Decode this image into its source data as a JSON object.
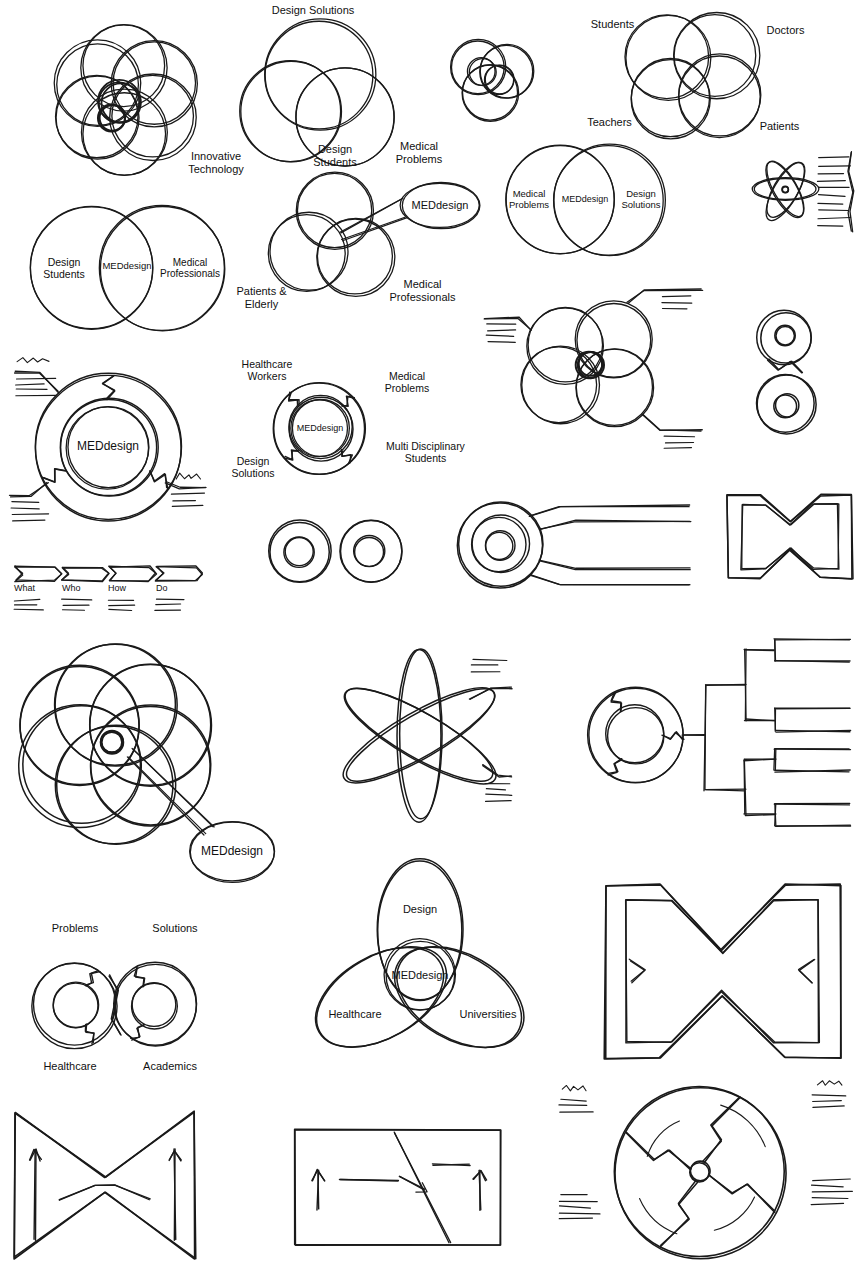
{
  "diagram": {
    "nodes": [
      {
        "text": [
          "Design Students"
        ]
      },
      {
        "text": [
          "Medical Professionals"
        ]
      },
      {
        "text": [
          "MEDdesign"
        ]
      },
      {
        "text": [
          "Medical Problems"
        ]
      },
      {
        "text": [
          "Design Solutions"
        ]
      },
      {
        "text": [
          "MEDdesign"
        ]
      },
      {
        "text": [
          "MEDdesign"
        ]
      },
      {
        "text": [
          "MEDdesign"
        ]
      },
      {
        "text": [
          "MEDdesign"
        ]
      }
    ],
    "labels": [
      "Design Solutions",
      "Students",
      "Doctors",
      "Innovative Technology",
      "Medical Problems",
      "Teachers",
      "Patients",
      "MEDdesign",
      "Design Students",
      "MEDdesign",
      "Patients & Elderly",
      "Medical Professionals",
      "Healthcare Workers",
      "Medical Problems",
      "Design Solutions",
      "Multi Disciplinary Students",
      "What",
      "Who",
      "How",
      "Do",
      "Problems",
      "Solutions",
      "Design",
      "Healthcare",
      "Universities",
      "Healthcare",
      "Academics"
    ]
  }
}
